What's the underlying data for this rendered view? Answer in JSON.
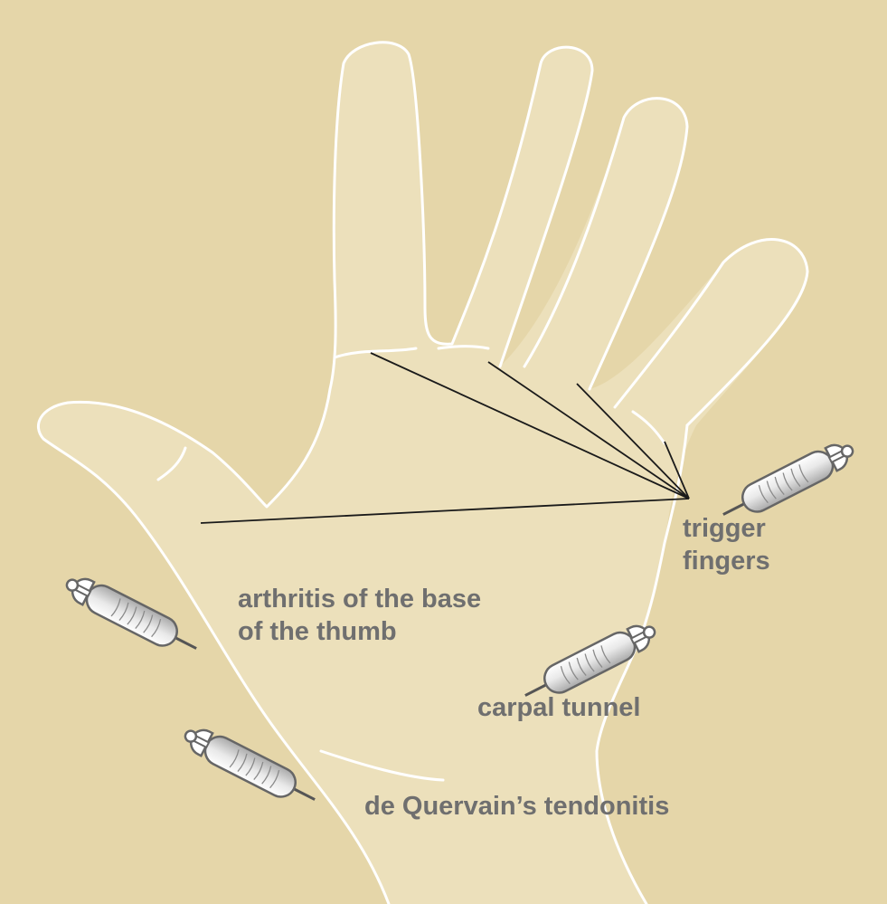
{
  "labels": {
    "trigger_fingers": [
      "trigger",
      "fingers"
    ],
    "thumb_arthritis": [
      "arthritis of the base",
      "of the thumb"
    ],
    "carpal_tunnel": "carpal tunnel",
    "de_quervain": "de Quervain’s tendonitis"
  },
  "colors": {
    "background": "#e5d6a9",
    "hand_fill": "#ece0bb",
    "outline": "#ffffff",
    "leader_line": "#1a1a1a",
    "label_text": "#6f6f6f",
    "syringe_body": "#c9c9c9"
  },
  "icons": [
    "syringe-icon"
  ]
}
